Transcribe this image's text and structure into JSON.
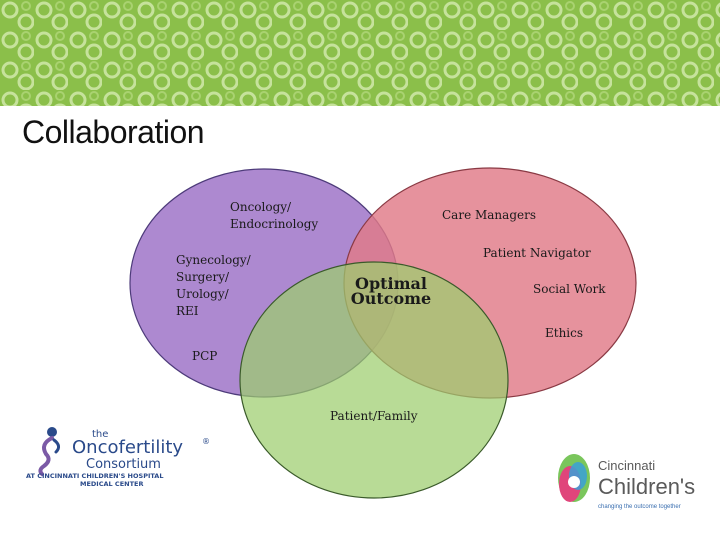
{
  "slide": {
    "title": "Collaboration"
  },
  "venn": {
    "top_left_labels": [
      "Oncology/\nEndocrinology",
      "Gynecology/\nSurgery/\nUrology/\nREI",
      "PCP"
    ],
    "right_labels": [
      "Care Managers",
      "Patient Navigator",
      "Social Work",
      "Ethics"
    ],
    "bottom_label": "Patient/Family",
    "center_label": "Optimal\nOutcome",
    "colors": {
      "purple": "#9b6fc6",
      "red": "#e07a88",
      "green": "#9ccd6e",
      "banner": "#8bbf4a"
    }
  },
  "logos": {
    "left": {
      "line1": "the",
      "line2": "Oncofertility",
      "line3": "Consortium",
      "line4": "AT CINCINNATI CHILDREN'S HOSPITAL",
      "line5": "MEDICAL CENTER"
    },
    "right": {
      "line1": "Cincinnati",
      "line2": "Children's",
      "tagline": "changing the outcome together"
    }
  }
}
